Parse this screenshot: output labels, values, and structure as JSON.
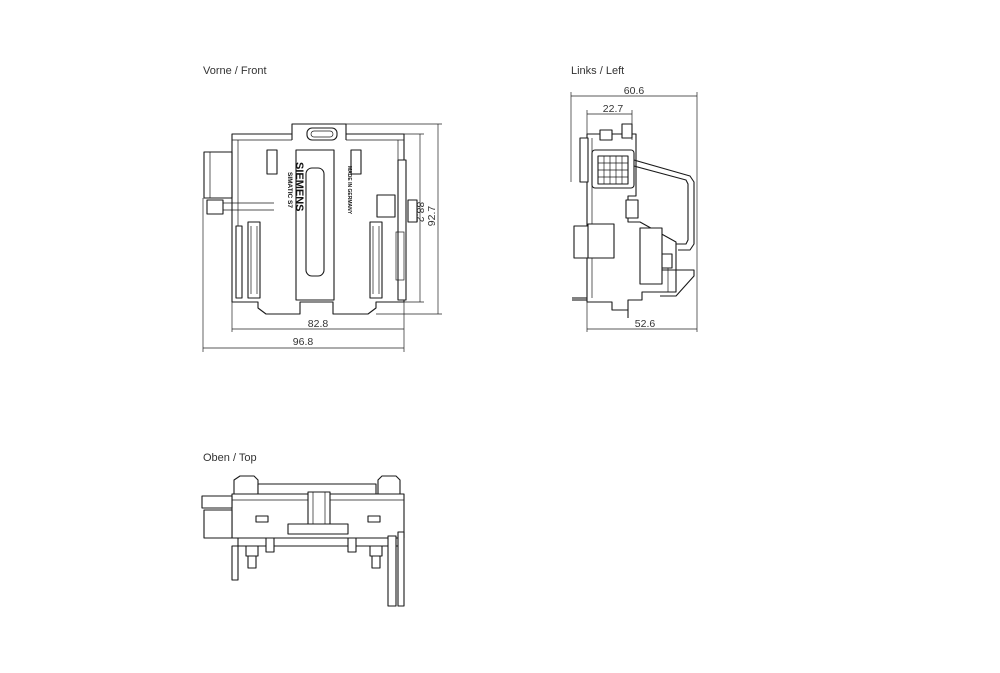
{
  "views": {
    "front": {
      "label": "Vorne  /  Front",
      "logo_brand": "SIEMENS",
      "logo_product": "SIMATIC S7",
      "origin_mark": "MADE IN GERMANY",
      "dims": {
        "inner_width": "82.8",
        "outer_width": "96.8",
        "inner_height": "88.2",
        "outer_height": "92.7"
      }
    },
    "left": {
      "label": "Links  /  Left",
      "dims": {
        "top_width": "60.6",
        "offset": "22.7",
        "bottom_width": "52.6"
      }
    },
    "top": {
      "label": "Oben  /  Top"
    }
  }
}
